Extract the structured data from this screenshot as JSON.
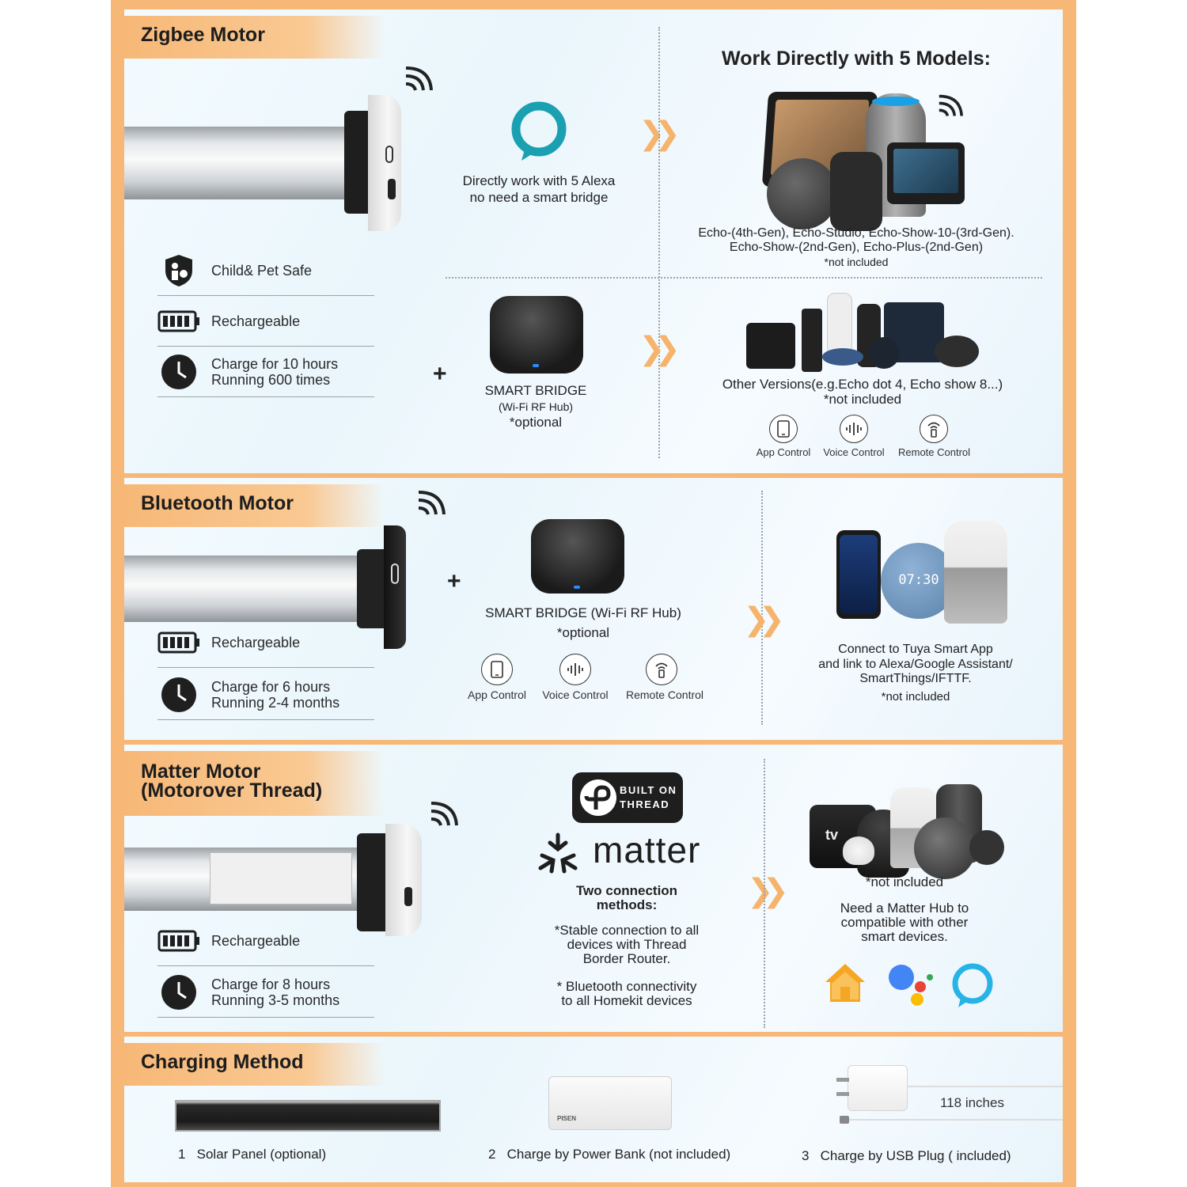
{
  "zigbee": {
    "title": "Zigbee Motor",
    "features": [
      {
        "icon": "child-pet-safe-icon",
        "label": "Child& Pet Safe"
      },
      {
        "icon": "battery-icon",
        "label": "Rechargeable"
      },
      {
        "icon": "clock-icon",
        "line1": "Charge for 10 hours",
        "line2": "Running 600 times"
      }
    ],
    "alexa_text_1": "Directly work with 5 Alexa",
    "alexa_text_2": "no need a smart bridge",
    "models_title": "Work Directly with 5 Models:",
    "models_line1": "Echo-(4th-Gen), Echo-Studio, Echo-Show-10-(3rd-Gen).",
    "models_line2": "Echo-Show-(2nd-Gen), Echo-Plus-(2nd-Gen)",
    "models_note": "*not included",
    "bridge_title": "SMART BRIDGE",
    "bridge_sub": "(Wi-Fi RF Hub)",
    "bridge_optional": "*optional",
    "plus": "+",
    "other_line": "Other Versions(e.g.Echo dot 4, Echo show 8...)",
    "other_note": "*not included",
    "controls": [
      "App Control",
      "Voice Control",
      "Remote Control"
    ]
  },
  "bluetooth": {
    "title": "Bluetooth Motor",
    "features": [
      {
        "icon": "battery-icon",
        "label": "Rechargeable"
      },
      {
        "icon": "clock-icon",
        "line1": "Charge for 6 hours",
        "line2": "Running 2-4 months"
      }
    ],
    "plus": "+",
    "bridge_line": "SMART BRIDGE  (Wi-Fi RF Hub)",
    "bridge_optional": "*optional",
    "controls": [
      "App Control",
      "Voice Control",
      "Remote Control"
    ],
    "clock_display": "07:30",
    "tuya_1": "Connect to Tuya Smart App",
    "tuya_2": "and link to Alexa/Google Assistant/",
    "tuya_3": "SmartThings/IFTTF.",
    "tuya_note": "*not included"
  },
  "matter": {
    "title_1": "Matter Motor",
    "title_2": "(Motorover Thread)",
    "features": [
      {
        "icon": "battery-icon",
        "label": "Rechargeable"
      },
      {
        "icon": "clock-icon",
        "line1": "Charge for 8 hours",
        "line2": "Running 3-5 months"
      }
    ],
    "thread_1": "BUILT ON",
    "thread_2": "THREAD",
    "matter_word": "matter",
    "methods_1": "Two connection",
    "methods_2": "methods:",
    "stable_1": "*Stable connection to all",
    "stable_2": "devices with Thread",
    "stable_3": "Border Router.",
    "bt_1": "* Bluetooth connectivity",
    "bt_2": "to all Homekit devices",
    "not_included": "*not included",
    "hub_1": "Need a Matter Hub to",
    "hub_2": "compatible with other",
    "hub_3": "smart devices.",
    "tv_label": "tv"
  },
  "charging": {
    "title": "Charging Method",
    "items": [
      {
        "num": "1",
        "label": "Solar Panel (optional)"
      },
      {
        "num": "2",
        "label": "Charge by Power Bank (not included)"
      },
      {
        "num": "3",
        "label": "Charge by USB Plug ( included)"
      }
    ],
    "cable_length": "118 inches",
    "powerbank_brand": "PISEN"
  },
  "colors": {
    "orange": "#f7b877",
    "chevron": "#f6b36c",
    "alexa_teal": "#1aa0b0",
    "alexa_blue": "#27b3e6",
    "home_orange": "#f5a623"
  }
}
